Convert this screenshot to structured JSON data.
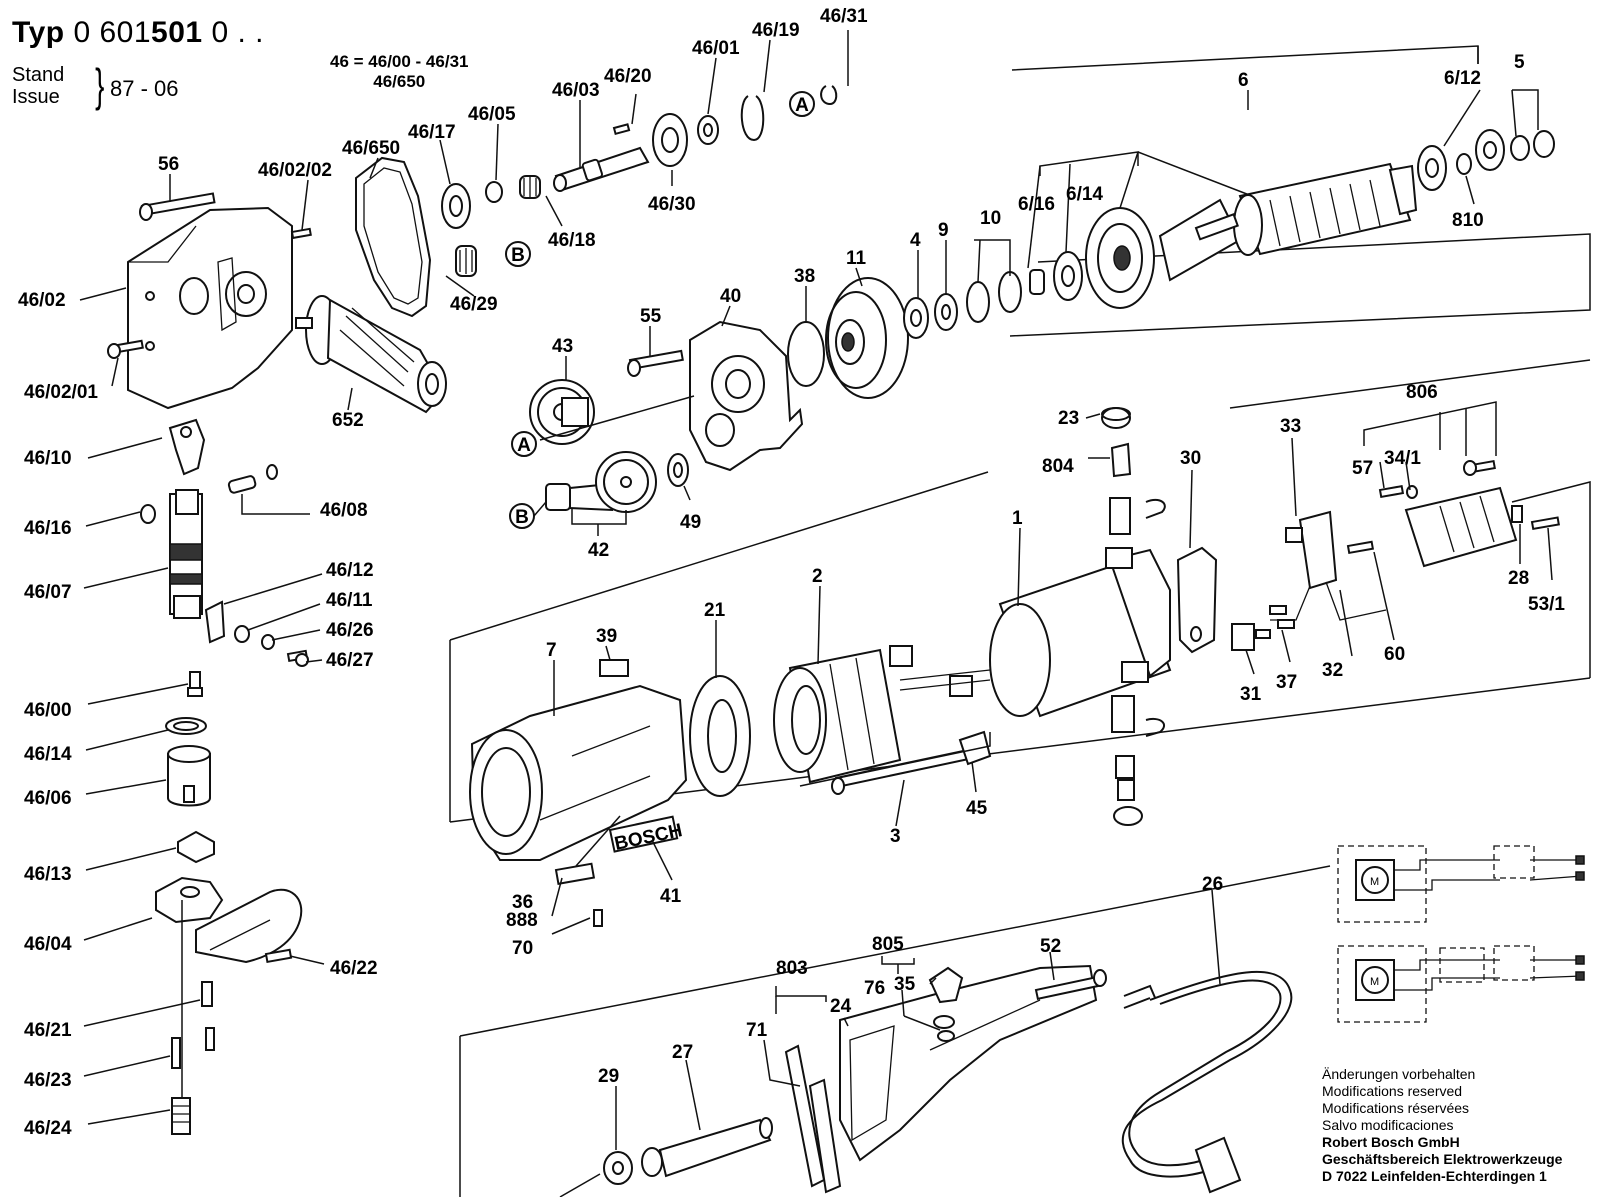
{
  "header": {
    "typ_prefix": "Typ",
    "typ_number_a": "0 601",
    "typ_number_b": "501",
    "typ_number_c": "0 . .",
    "stand_label": "Stand",
    "issue_label": "Issue",
    "issue_date": "87 - 06",
    "formula_line1": "46 = 46/00 - 46/31",
    "formula_line2": "46/650"
  },
  "notes": {
    "line1": "Änderungen vorbehalten",
    "line2": "Modifications reserved",
    "line3": "Modifications réservées",
    "line4": "Salvo modificaciones",
    "company1": "Robert Bosch GmbH",
    "company2": "Geschäftsbereich Elektrowerkzeuge",
    "company3": "D 7022 Leinfelden-Echterdingen 1"
  },
  "markers": {
    "a": "A",
    "b": "B"
  },
  "brand_text": "BOSCH",
  "part_labels": {
    "p46_31": "46/31",
    "p46_19": "46/19",
    "p46_01": "46/01",
    "p46_20": "46/20",
    "p46_03": "46/03",
    "p46_05": "46/05",
    "p46_17": "46/17",
    "p46_650": "46/650",
    "p46_02_02": "46/02/02",
    "p56": "56",
    "p46_30": "46/30",
    "p46_18": "46/18",
    "p46_29": "46/29",
    "p46_02": "46/02",
    "p46_02_01": "46/02/01",
    "p652": "652",
    "p6": "6",
    "p6_12": "6/12",
    "p5": "5",
    "p810": "810",
    "p6_16": "6/16",
    "p6_14": "6/14",
    "p10": "10",
    "p9": "9",
    "p4": "4",
    "p11": "11",
    "p38": "38",
    "p40": "40",
    "p55": "55",
    "p43": "43",
    "p42": "42",
    "p49": "49",
    "p46_10": "46/10",
    "p46_16": "46/16",
    "p46_08": "46/08",
    "p46_07": "46/07",
    "p46_12": "46/12",
    "p46_11": "46/11",
    "p46_26": "46/26",
    "p46_27": "46/27",
    "p46_00": "46/00",
    "p46_14": "46/14",
    "p46_06": "46/06",
    "p46_13": "46/13",
    "p46_04": "46/04",
    "p46_22": "46/22",
    "p46_21": "46/21",
    "p46_23": "46/23",
    "p46_24": "46/24",
    "p23": "23",
    "p804": "804",
    "p30": "30",
    "p33": "33",
    "p806": "806",
    "p57": "57",
    "p34_1": "34/1",
    "p28": "28",
    "p53_1": "53/1",
    "p60": "60",
    "p32": "32",
    "p37": "37",
    "p31": "31",
    "p1": "1",
    "p2": "2",
    "p21": "21",
    "p39": "39",
    "p7": "7",
    "p3": "3",
    "p45": "45",
    "p41": "41",
    "p36": "36",
    "p888": "888",
    "p70": "70",
    "p26": "26",
    "p52": "52",
    "p805": "805",
    "p76": "76",
    "p35": "35",
    "p803": "803",
    "p24": "24",
    "p71": "71",
    "p27": "27",
    "p29": "29"
  }
}
